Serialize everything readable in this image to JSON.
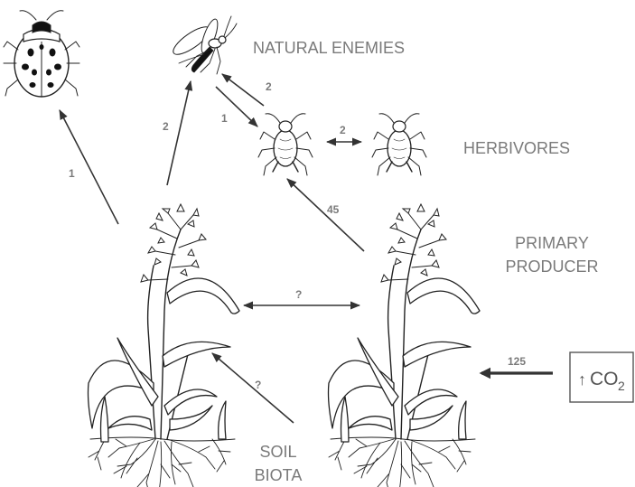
{
  "labels": {
    "natural_enemies": "NATURAL ENEMIES",
    "herbivores": "HERBIVORES",
    "primary_line1": "PRIMARY",
    "primary_line2": "PRODUCER",
    "soil_line1": "SOIL",
    "soil_line2": "BIOTA",
    "co2_arrow": "↑",
    "co2_text": "CO",
    "co2_sub": "2"
  },
  "arrow_labels": {
    "plant_to_ladybird": "1",
    "plant_to_wasp": "2",
    "wasp_to_aphid": "1",
    "aphid_to_wasp": "2",
    "aphid_to_aphid": "2",
    "plant_to_aphid": "45",
    "plant_to_plant": "?",
    "soil_to_plant": "?",
    "co2_to_plant": "125"
  },
  "colors": {
    "label_gray": "#7a7a7a",
    "ink": "#222222",
    "arrow": "#333333"
  },
  "icons": [
    "ladybird-beetle-icon",
    "parasitoid-wasp-icon",
    "aphid-icon",
    "grass-plant-icon"
  ]
}
